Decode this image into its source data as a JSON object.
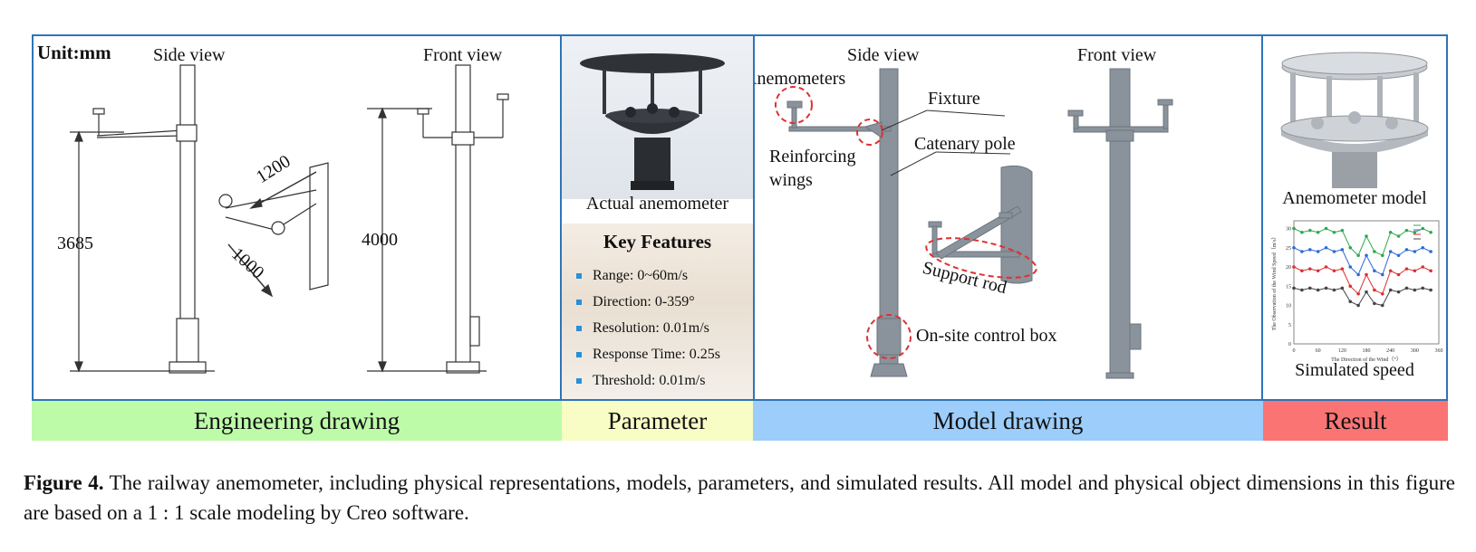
{
  "engineering": {
    "unit_label": "Unit:mm",
    "side_view": "Side view",
    "front_view": "Front view",
    "dim_3685": "3685",
    "dim_4000": "4000",
    "dim_1200": "1200",
    "dim_1000": "1000"
  },
  "parameter": {
    "photo_caption": "Actual anemometer",
    "features_title": "Key Features",
    "features": [
      "Range: 0~60m/s",
      "Direction: 0-359°",
      "Resolution: 0.01m/s",
      "Response Time: 0.25s",
      "Threshold: 0.01m/s"
    ]
  },
  "model": {
    "side_view": "Side view",
    "front_view": "Front view",
    "anemometers": "Anemometers",
    "fixture": "Fixture",
    "reinforcing": "Reinforcing",
    "wings": "wings",
    "catenary": "Catenary pole",
    "support_rod": "Support rod",
    "control_box": "On-site control box"
  },
  "result": {
    "model_label": "Anemometer model",
    "speed_label": "Simulated speed",
    "chart_data": {
      "type": "line",
      "x": [
        0,
        20,
        40,
        60,
        80,
        100,
        120,
        140,
        160,
        180,
        200,
        220,
        240,
        260,
        280,
        300,
        320,
        340
      ],
      "series": [
        {
          "values": [
            30,
            29,
            29.5,
            29,
            30,
            29,
            29.5,
            25,
            23,
            28,
            24,
            23,
            29,
            28,
            29.5,
            29,
            30,
            29
          ],
          "color": "#2eaa4b"
        },
        {
          "values": [
            25,
            24,
            24.5,
            24,
            25,
            24,
            24.5,
            20,
            18,
            23,
            19,
            18,
            24,
            23,
            24.5,
            24,
            25,
            24
          ],
          "color": "#2d6ad6"
        },
        {
          "values": [
            20,
            19,
            19.5,
            19,
            20,
            19,
            19.5,
            15,
            13,
            18,
            14,
            13,
            19,
            18,
            19.5,
            19,
            20,
            19
          ],
          "color": "#d93131"
        },
        {
          "values": [
            14.5,
            14,
            14.5,
            14,
            14.5,
            14,
            14.5,
            11,
            10,
            13.5,
            10.5,
            10,
            14,
            13.5,
            14.5,
            14,
            14.5,
            14
          ],
          "color": "#444444"
        }
      ],
      "xlabel": "The Direction of the Wind（°）",
      "ylabel": "The Observation of the Wind Speed（m/s）",
      "xticks": [
        "0",
        "60",
        "120",
        "180",
        "240",
        "300",
        "360"
      ],
      "yticks": [
        "0",
        "5",
        "10",
        "15",
        "20",
        "25",
        "30"
      ],
      "xlim": [
        0,
        360
      ],
      "ylim": [
        0,
        32
      ]
    }
  },
  "bands": {
    "engineering": "Engineering drawing",
    "parameter": "Parameter",
    "model": "Model drawing",
    "result": "Result"
  },
  "caption": {
    "label": "Figure 4.",
    "text": " The railway anemometer, including physical representations, models, parameters, and simulated results. All model and physical object dimensions in this figure are based on a 1 : 1 scale modeling by Creo software."
  }
}
